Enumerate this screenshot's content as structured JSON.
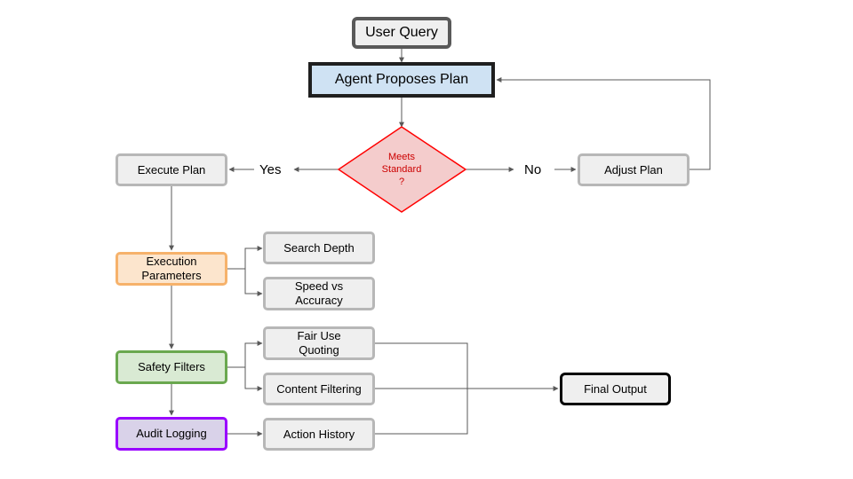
{
  "nodes": {
    "user_query": "User Query",
    "agent_proposes_plan": "Agent Proposes Plan",
    "meets_standard_1": "Meets",
    "meets_standard_2": "Standard",
    "meets_standard_3": "?",
    "execute_plan": "Execute Plan",
    "adjust_plan": "Adjust Plan",
    "execution_parameters_1": "Execution",
    "execution_parameters_2": "Parameters",
    "search_depth": "Search Depth",
    "speed_vs_accuracy_1": "Speed vs",
    "speed_vs_accuracy_2": "Accuracy",
    "safety_filters": "Safety Filters",
    "fair_use_quoting_1": "Fair Use",
    "fair_use_quoting_2": "Quoting",
    "content_filtering": "Content Filtering",
    "audit_logging": "Audit Logging",
    "action_history": "Action History",
    "final_output": "Final Output"
  },
  "edge_labels": {
    "yes": "Yes",
    "no": "No"
  },
  "colors": {
    "decision_fill": "#f4cccc",
    "decision_stroke": "#ff0000",
    "edge": "#595959"
  }
}
